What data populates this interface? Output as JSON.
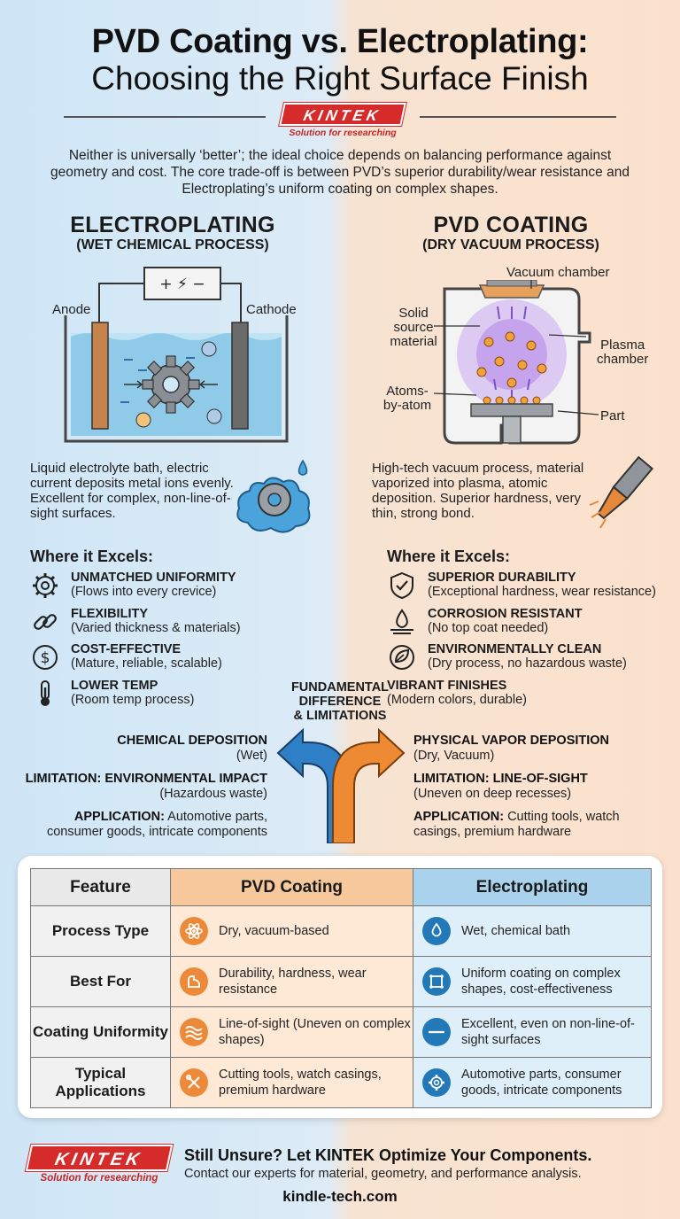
{
  "header": {
    "title_line1": "PVD Coating vs. Electroplating:",
    "title_line2": "Choosing the Right Surface Finish",
    "logo_text": "KINTEK",
    "logo_tagline": "Solution for researching",
    "intro": "Neither is universally ‘better’; the ideal choice depends on balancing performance against geometry and cost. The core trade-off is between PVD’s superior durability/wear resistance and Electroplating’s uniform coating on complex shapes."
  },
  "electroplating": {
    "heading": "ELECTROPLATING",
    "subheading": "(WET CHEMICAL PROCESS)",
    "diagram": {
      "anode": "Anode",
      "cathode": "Cathode",
      "power": "+ ⚡ −"
    },
    "description": "Liquid electrolyte bath, electric current deposits metal ions evenly. Excellent for complex, non-line-of-sight surfaces.",
    "excels_title": "Where it Excels:",
    "excels": [
      {
        "icon": "gear-icon",
        "title": "UNMATCHED UNIFORMITY",
        "sub": "(Flows into every crevice)"
      },
      {
        "icon": "link-icon",
        "title": "FLEXIBILITY",
        "sub": "(Varied thickness & materials)"
      },
      {
        "icon": "dollar-icon",
        "title": "COST-EFFECTIVE",
        "sub": "(Mature, reliable, scalable)"
      },
      {
        "icon": "thermometer-icon",
        "title": "LOWER TEMP",
        "sub": "(Room temp process)"
      }
    ],
    "lower": {
      "deposition": "CHEMICAL DEPOSITION",
      "deposition_sub": "(Wet)",
      "limitation": "LIMITATION: ENVIRONMENTAL IMPACT",
      "limitation_sub": "(Hazardous waste)",
      "application_label": "APPLICATION:",
      "application_line1": "Automotive parts,",
      "application_line2": "consumer goods, intricate components"
    }
  },
  "pvd": {
    "heading": "PVD COATING",
    "subheading": "(DRY VACUUM PROCESS)",
    "diagram": {
      "vacuum_chamber": "Vacuum chamber",
      "solid_source_1": "Solid",
      "solid_source_2": "source",
      "solid_source_3": "material",
      "plasma_1": "Plasma",
      "plasma_2": "chamber",
      "atoms_1": "Atoms-",
      "atoms_2": "by-atom",
      "part": "Part"
    },
    "description": "High-tech vacuum process, material vaporized into plasma, atomic deposition. Superior hardness, very thin, strong bond.",
    "excels_title": "Where it Excels:",
    "excels": [
      {
        "icon": "shield-check-icon",
        "title": "SUPERIOR DURABILITY",
        "sub": "(Exceptional hardness, wear resistance)"
      },
      {
        "icon": "drop-icon",
        "title": "CORROSION RESISTANT",
        "sub": "(No top coat needed)"
      },
      {
        "icon": "leaf-icon",
        "title": "ENVIRONMENTALLY CLEAN",
        "sub": "(Dry process, no hazardous waste)"
      },
      {
        "icon": "",
        "title": "VIBRANT FINISHES",
        "sub": "(Modern colors, durable)"
      }
    ],
    "lower": {
      "deposition": "PHYSICAL VAPOR DEPOSITION",
      "deposition_sub": "(Dry, Vacuum)",
      "limitation": "LIMITATION: LINE-OF-SIGHT",
      "limitation_sub": "(Uneven on deep recesses)",
      "application_label": "APPLICATION:",
      "application_line1": "Cutting tools, watch",
      "application_line2": "casings, premium hardware"
    }
  },
  "center": {
    "line1": "FUNDAMENTAL",
    "line2": "DIFFERENCE",
    "line3": "& LIMITATIONS"
  },
  "table": {
    "headers": [
      "Feature",
      "PVD Coating",
      "Electroplating"
    ],
    "rows": [
      {
        "feature": "Process Type",
        "pvd": "Dry, vacuum-based",
        "pvd_icon": "atom-icon",
        "ep": "Wet, chemical bath",
        "ep_icon": "droplet-icon"
      },
      {
        "feature": "Best For",
        "pvd": "Durability, hardness, wear resistance",
        "pvd_icon": "arm-strength-icon",
        "ep": "Uniform coating on complex shapes, cost-effectiveness",
        "ep_icon": "shape-icon"
      },
      {
        "feature": "Coating Uniformity",
        "pvd": "Line-of-sight (Uneven on complex shapes)",
        "pvd_icon": "waves-icon",
        "ep": "Excellent, even on non-line-of-sight surfaces",
        "ep_icon": "minus-icon"
      },
      {
        "feature": "Typical Applications",
        "pvd": "Cutting tools, watch casings, premium hardware",
        "pvd_icon": "tools-icon",
        "ep": "Automotive parts, consumer goods, intricate components",
        "ep_icon": "gear-icon"
      }
    ]
  },
  "footer": {
    "logo_text": "KINTEK",
    "logo_tagline": "Solution for researching",
    "headline": "Still Unsure? Let KINTEK Optimize Your Components.",
    "sub": "Contact our experts for material, geometry, and performance analysis.",
    "url": "kindle-tech.com"
  },
  "colors": {
    "orange": "#ec8a3a",
    "blue": "#2379b8",
    "brand_red": "#d62b2b"
  }
}
